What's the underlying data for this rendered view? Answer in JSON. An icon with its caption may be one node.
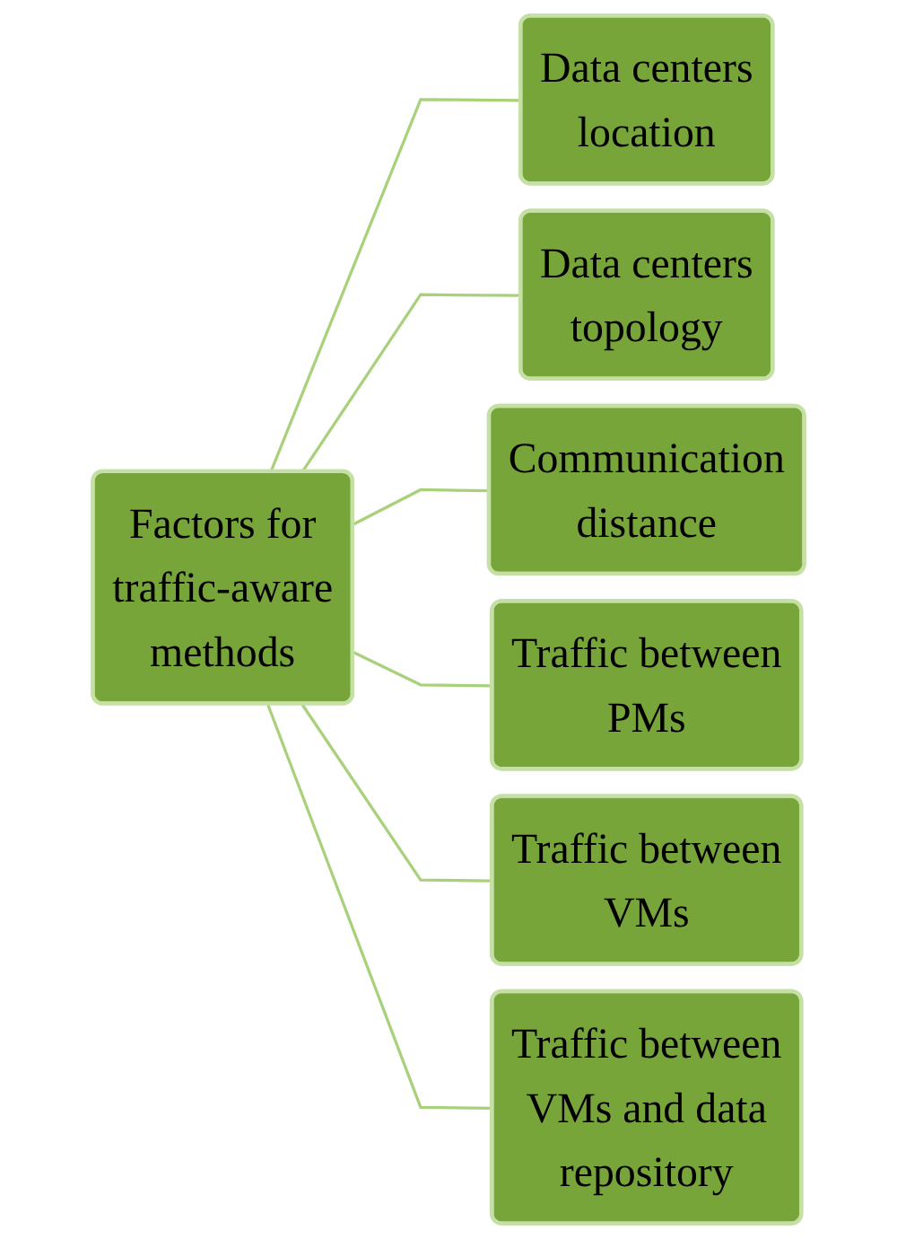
{
  "diagram": {
    "nodes": [
      {
        "text": [
          "Factors for traffic-aware methods"
        ]
      },
      {
        "text": [
          "Data centers location"
        ]
      },
      {
        "text": [
          "Data centers topology"
        ]
      },
      {
        "text": [
          "Communication distance"
        ]
      },
      {
        "text": [
          "Traffic between PMs"
        ]
      },
      {
        "text": [
          "Traffic between VMs"
        ]
      },
      {
        "text": [
          "Traffic between VMs and data repository"
        ]
      }
    ],
    "edges": [
      {
        "from": 0,
        "to": 1,
        "arrow": "none"
      },
      {
        "from": 0,
        "to": 2,
        "arrow": "none"
      },
      {
        "from": 0,
        "to": 3,
        "arrow": "none"
      },
      {
        "from": 0,
        "to": 4,
        "arrow": "none"
      },
      {
        "from": 0,
        "to": 5,
        "arrow": "none"
      },
      {
        "from": 0,
        "to": 6,
        "arrow": "none"
      }
    ]
  }
}
